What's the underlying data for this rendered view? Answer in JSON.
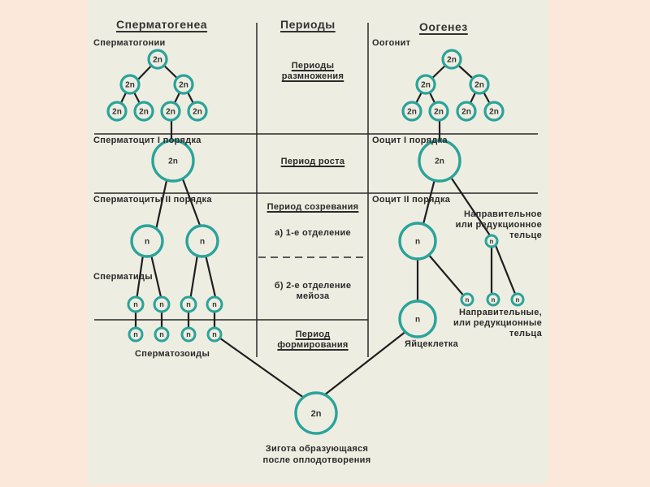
{
  "headers": {
    "left": "Сперматогенеа",
    "middle": "Периоды",
    "right": "Оогенез"
  },
  "spermatogenesis": {
    "spermatogonia": "Сперматогонии",
    "spermatocyte_1": "Сперматоцит I порядка",
    "spermatocytes_2": "Сперматоциты II порядка",
    "spermatids": "Сперматиды",
    "spermatozoa": "Сперматозоиды"
  },
  "periods": {
    "reproduction_line1": "Периоды",
    "reproduction_line2": "размножения",
    "growth": "Период роста",
    "maturation": "Период созревания",
    "first_division": "а) 1-е отделение",
    "second_division_line1": "б) 2-е отделение",
    "second_division_line2": "мейоза",
    "formation_line1": "Период",
    "formation_line2": "формирования"
  },
  "oogenesis": {
    "oogonium": "Оогонит",
    "oocyte_1": "Ооцит I порядка",
    "oocyte_2": "Ооцит II порядка",
    "polar_body_line1": "Направительное",
    "polar_body_line2": "или редукционное",
    "polar_body_line3": "тельце",
    "polar_bodies_line1": "Направительные,",
    "polar_bodies_line2": "или редукционные",
    "polar_bodies_line3": "тельца",
    "egg": "Яйцеклетка"
  },
  "zygote": {
    "label_line1": "Зигота образующаяся",
    "label_line2": "после оплодотворения"
  },
  "ploidy": {
    "diploid": "2n",
    "haploid": "n"
  },
  "colors": {
    "cell_ring": "#2aa39a",
    "line": "#1f1f1f",
    "panel_bg": "#eeede1",
    "page_bg": "#fbe8da"
  }
}
